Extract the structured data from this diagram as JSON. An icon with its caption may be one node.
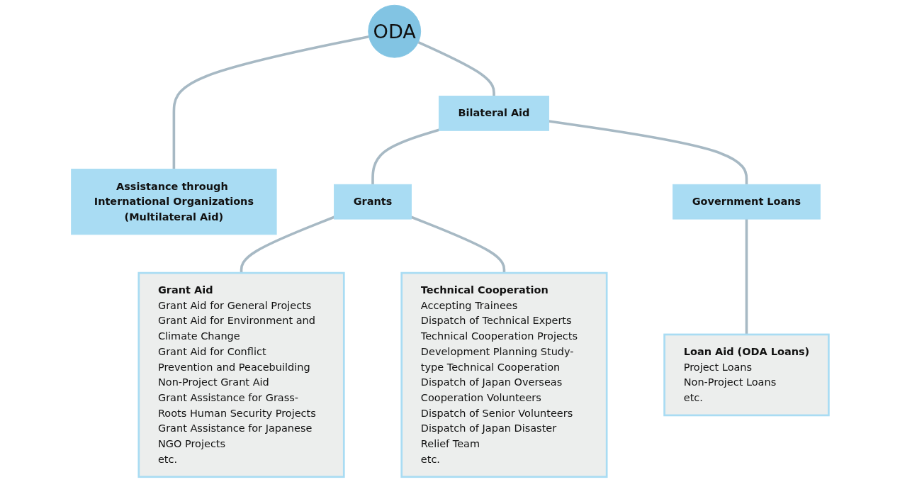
{
  "diagram": {
    "nodes": [
      {
        "text": [
          "ODA"
        ]
      },
      {
        "text": [
          "Bilateral Aid"
        ]
      },
      {
        "text": [
          "Assistance through International Organizations",
          "(Multilateral Aid)"
        ]
      },
      {
        "text": [
          "Grants"
        ]
      },
      {
        "text": [
          "Government Loans"
        ]
      },
      {
        "text": [
          "Grant Aid",
          "Grant Aid for General Projects",
          "Grant Aid for Environment and Climate Change",
          "Grant Aid for Conflict Prevention and Peacebuilding",
          "Non-Project Grant Aid",
          "Grant Assistance for Grass-Roots Human Security Projects",
          "Grant Assistance for Japanese NGO Projects",
          "etc."
        ]
      },
      {
        "text": [
          "Technical Cooperation",
          "Accepting Trainees",
          "Dispatch of Technical Experts",
          "Technical Cooperation Projects",
          "Development Planning Study-type Technical Cooperation",
          "Dispatch of Japan Overseas Cooperation Volunteers",
          "Dispatch of Senior Volunteers",
          "Dispatch of Japan Disaster Relief Team",
          "etc."
        ]
      },
      {
        "text": [
          "Loan Aid (ODA Loans)",
          "Project Loans",
          "Non-Project Loans",
          "etc."
        ]
      }
    ],
    "edges": [
      {
        "from": 0,
        "to": 1,
        "arrow": "none"
      },
      {
        "from": 0,
        "to": 2,
        "arrow": "none"
      },
      {
        "from": 1,
        "to": 3,
        "arrow": "none"
      },
      {
        "from": 1,
        "to": 4,
        "arrow": "none"
      },
      {
        "from": 3,
        "to": 5,
        "arrow": "none"
      },
      {
        "from": 3,
        "to": 6,
        "arrow": "none"
      },
      {
        "from": 4,
        "to": 7,
        "arrow": "none"
      }
    ]
  }
}
